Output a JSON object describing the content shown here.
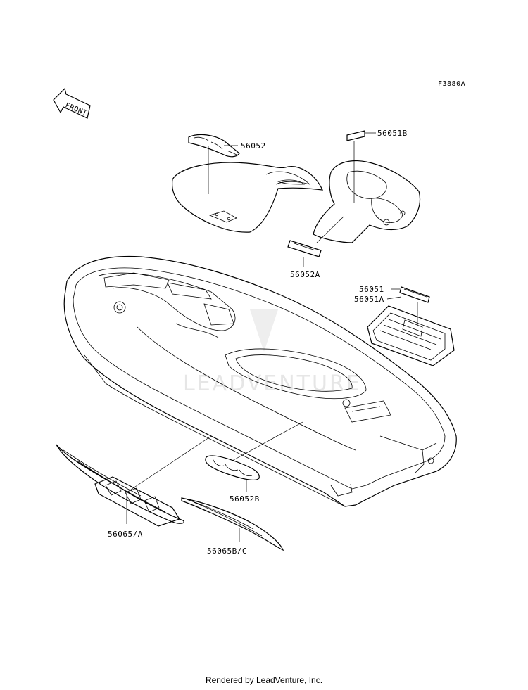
{
  "diagram_code": "F3880A",
  "front_label": "FRONT",
  "watermark": "LEADVENTURE",
  "footer": "Rendered by LeadVenture, Inc.",
  "parts": [
    {
      "id": "56052",
      "label": "56052"
    },
    {
      "id": "56051B",
      "label": "56051B"
    },
    {
      "id": "56052A",
      "label": "56052A"
    },
    {
      "id": "56051",
      "label": "56051"
    },
    {
      "id": "56051A",
      "label": "56051A"
    },
    {
      "id": "56052B",
      "label": "56052B"
    },
    {
      "id": "56065A",
      "label": "56065/A"
    },
    {
      "id": "56065BC",
      "label": "56065B/C"
    }
  ]
}
